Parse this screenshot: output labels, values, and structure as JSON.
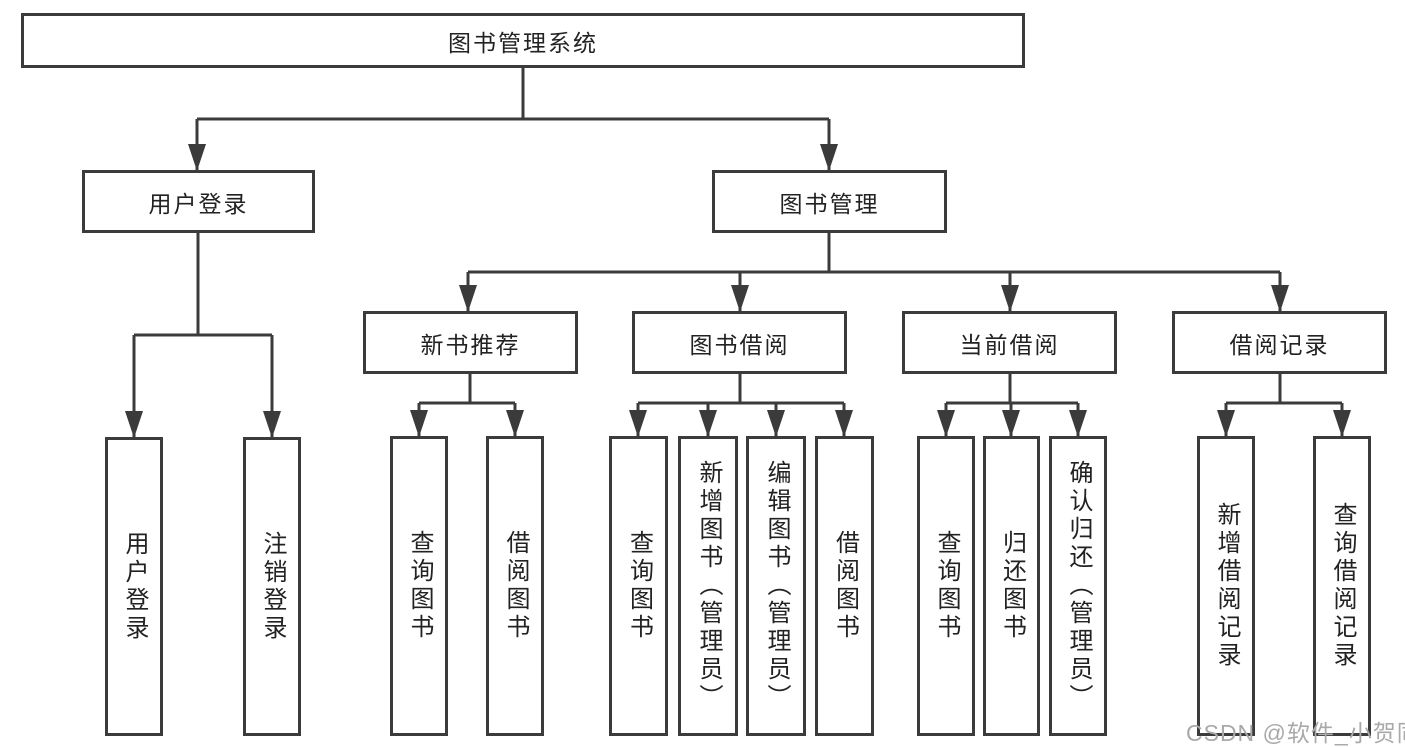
{
  "tree": {
    "label": "图书管理系统",
    "children": [
      {
        "label": "用户登录",
        "children": [
          {
            "label": "用户登录"
          },
          {
            "label": "注销登录"
          }
        ]
      },
      {
        "label": "图书管理",
        "children": [
          {
            "label": "新书推荐",
            "children": [
              {
                "label": "查询图书"
              },
              {
                "label": "借阅图书"
              }
            ]
          },
          {
            "label": "图书借阅",
            "children": [
              {
                "label": "查询图书"
              },
              {
                "label": "新增图书（管理员）"
              },
              {
                "label": "编辑图书（管理员）"
              },
              {
                "label": "借阅图书"
              }
            ]
          },
          {
            "label": "当前借阅",
            "children": [
              {
                "label": "查询图书"
              },
              {
                "label": "归还图书"
              },
              {
                "label": "确认归还（管理员）"
              }
            ]
          },
          {
            "label": "借阅记录",
            "children": [
              {
                "label": "新增借阅记录"
              },
              {
                "label": "查询借阅记录"
              }
            ]
          }
        ]
      }
    ]
  },
  "watermark": "CSDN @软件_小贺同学",
  "colors": {
    "line": "#3b3b3b",
    "text": "#222222",
    "watermark": "#a9a9a9",
    "background": "#ffffff"
  }
}
